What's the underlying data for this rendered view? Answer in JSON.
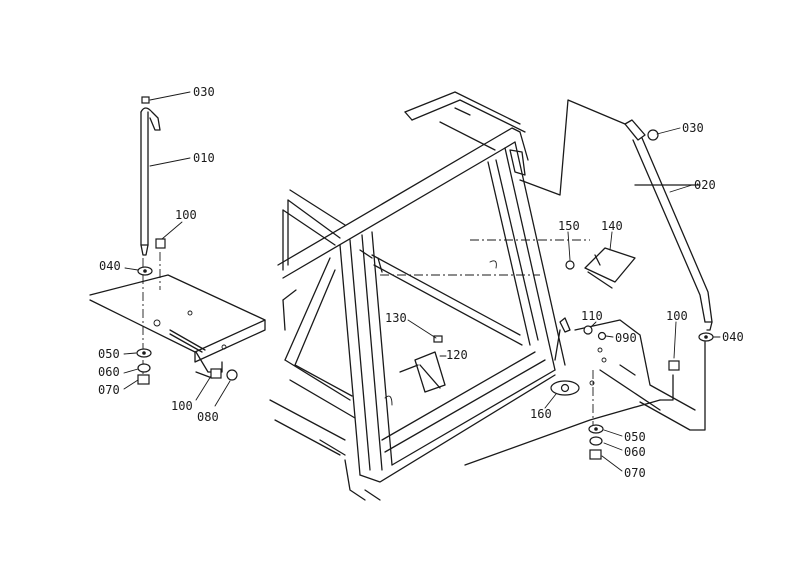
{
  "diagram": {
    "part_labels": {
      "p030_left": "030",
      "p010": "010",
      "p100_left": "100",
      "p040_left": "040",
      "p050_left": "050",
      "p060_left": "060",
      "p070_left": "070",
      "p100_bottom": "100",
      "p080": "080",
      "p030_right": "030",
      "p020": "020",
      "p150": "150",
      "p140": "140",
      "p130": "130",
      "p120": "120",
      "p110": "110",
      "p090": "090",
      "p100_right": "100",
      "p040_right": "040",
      "p160": "160",
      "p050_right": "050",
      "p060_right": "060",
      "p070_right": "070"
    }
  }
}
